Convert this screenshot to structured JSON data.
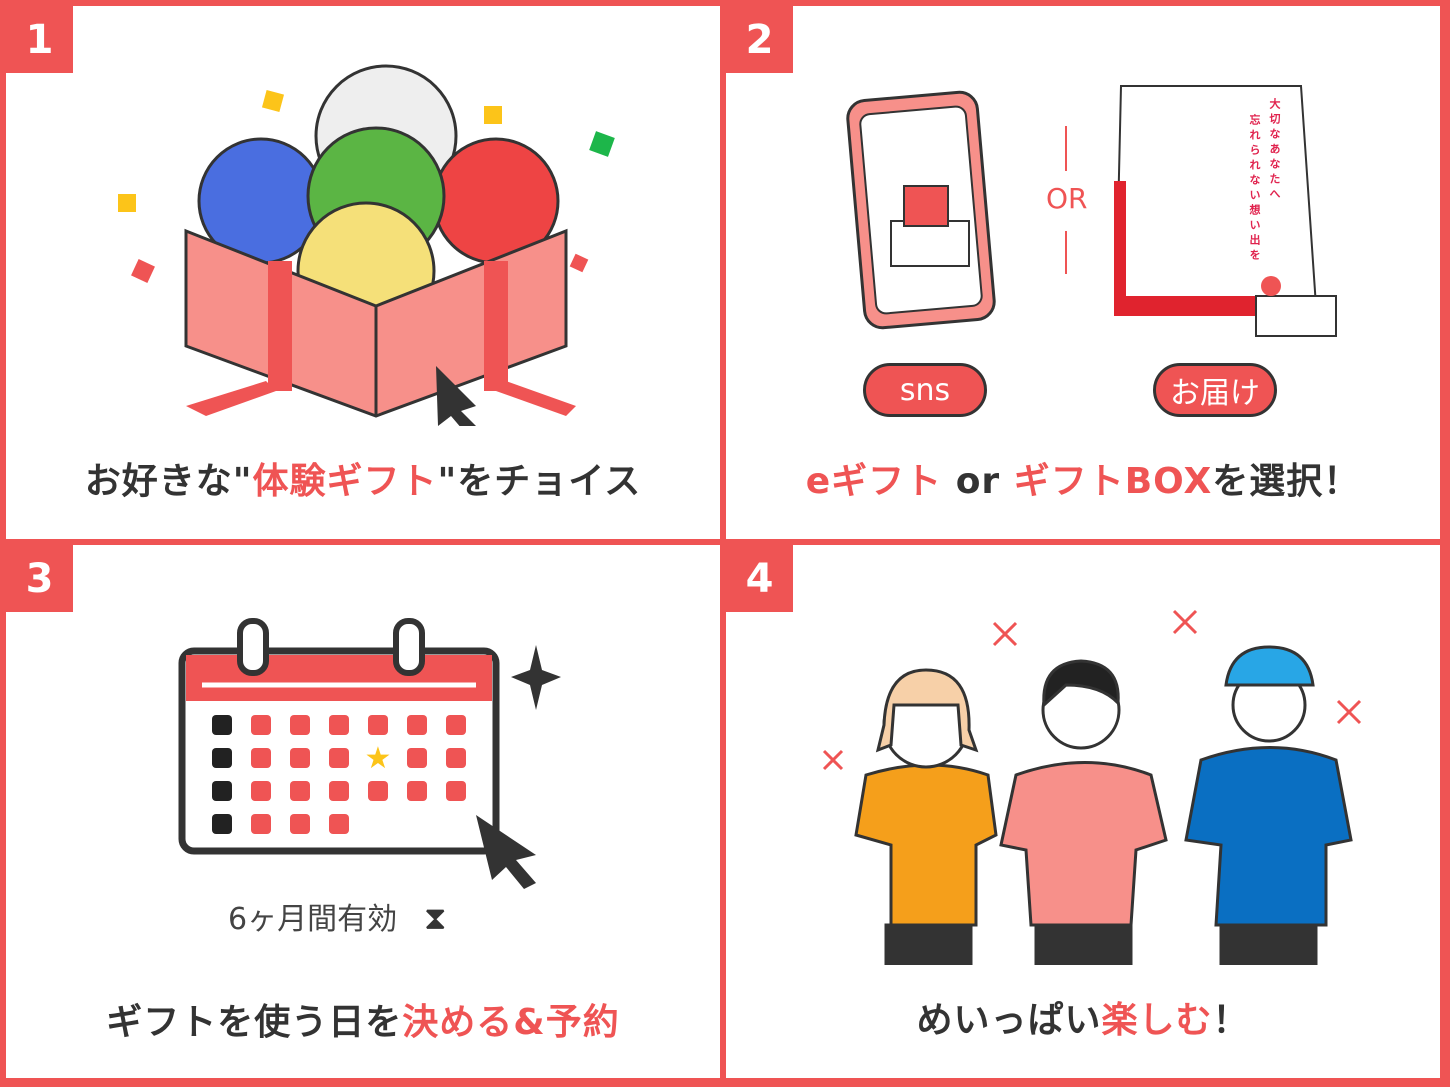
{
  "steps": [
    {
      "number": "1",
      "caption_pre": "お好きな\"",
      "caption_hl": "体験ギフト",
      "caption_post": "\"をチョイス"
    },
    {
      "number": "2",
      "caption_hl1": "eギフト",
      "caption_mid": " or ",
      "caption_hl2": "ギフトBOX",
      "caption_post": "を選択！",
      "or_label": "OR",
      "sns_label": "sns",
      "delivery_label": "お届け",
      "box_text_line1": "大切なあなたへ",
      "box_text_line2": "忘れられない想い出を"
    },
    {
      "number": "3",
      "caption_pre": "ギフトを使う日を",
      "caption_hl": "決める&予約",
      "validity": "6ヶ月間有効"
    },
    {
      "number": "4",
      "caption_pre": "めいっぱい",
      "caption_hl": "楽しむ",
      "caption_post": "！"
    }
  ],
  "colors": {
    "accent": "#ef5454",
    "text": "#333333"
  }
}
